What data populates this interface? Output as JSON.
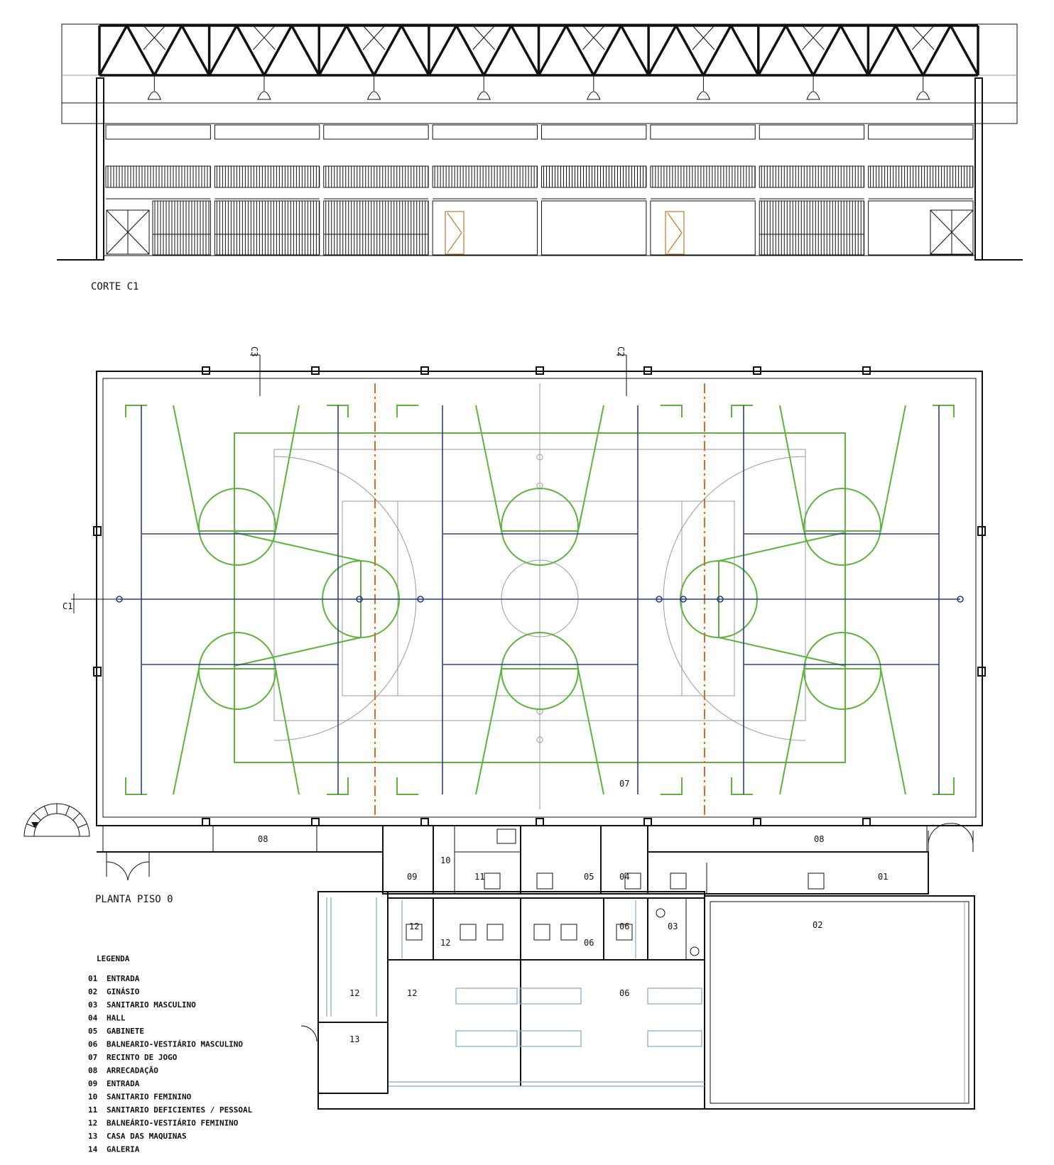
{
  "section": {
    "title": "CORTE C1"
  },
  "plan": {
    "title": "PLANTA PISO 0",
    "section_markers": [
      "C1",
      "C2",
      "C3"
    ],
    "room_tags": {
      "r01": "01",
      "r02": "02",
      "r03": "03",
      "r04": "04",
      "r05": "05",
      "r06a": "06",
      "r06b": "06",
      "r06c": "06",
      "r07": "07",
      "r08a": "08",
      "r08b": "08",
      "r09": "09",
      "r10": "10",
      "r11": "11",
      "r12a": "12",
      "r12b": "12",
      "r12c": "12",
      "r12d": "12",
      "r13": "13"
    }
  },
  "legend": {
    "title": "LEGENDA",
    "items": [
      {
        "num": "01",
        "label": "ENTRADA"
      },
      {
        "num": "02",
        "label": "GINÁSIO"
      },
      {
        "num": "03",
        "label": "SANITARIO MASCULINO"
      },
      {
        "num": "04",
        "label": "HALL"
      },
      {
        "num": "05",
        "label": "GABINETE"
      },
      {
        "num": "06",
        "label": "BALNEARIO-VESTIÁRIO MASCULINO"
      },
      {
        "num": "07",
        "label": "RECINTO DE JOGO"
      },
      {
        "num": "08",
        "label": "ARRECADAÇÃO"
      },
      {
        "num": "09",
        "label": "ENTRADA"
      },
      {
        "num": "10",
        "label": "SANITARIO FEMININO"
      },
      {
        "num": "11",
        "label": "SANITARIO DEFICIENTES / PESSOAL"
      },
      {
        "num": "12",
        "label": "BALNEÁRIO-VESTIÁRIO FEMININO"
      },
      {
        "num": "13",
        "label": "CASA DAS MAQUINAS"
      },
      {
        "num": "14",
        "label": "GALERIA"
      }
    ]
  },
  "colors": {
    "court_lines": "#5db33c",
    "court_blue": "#2d3c8c",
    "court_divider": "#e06a1e",
    "door_swing": "#c07a2c",
    "bench": "#7fa8c9"
  }
}
